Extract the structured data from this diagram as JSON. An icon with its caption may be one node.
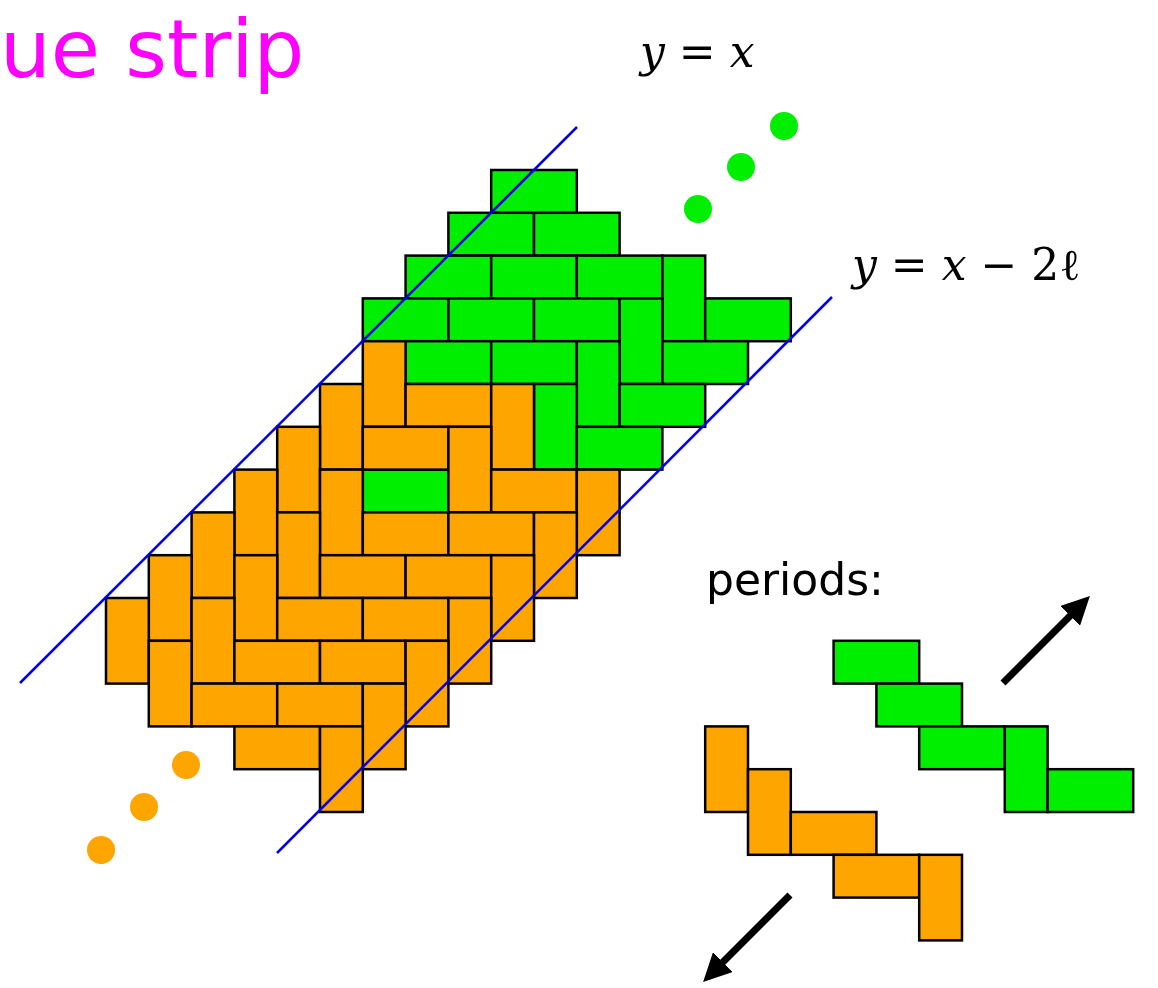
{
  "diagram": {
    "title": "ue strip",
    "labels": [
      "*y* = *x*",
      "*y* = *x* − 2ℓ",
      "periods:"
    ]
  }
}
